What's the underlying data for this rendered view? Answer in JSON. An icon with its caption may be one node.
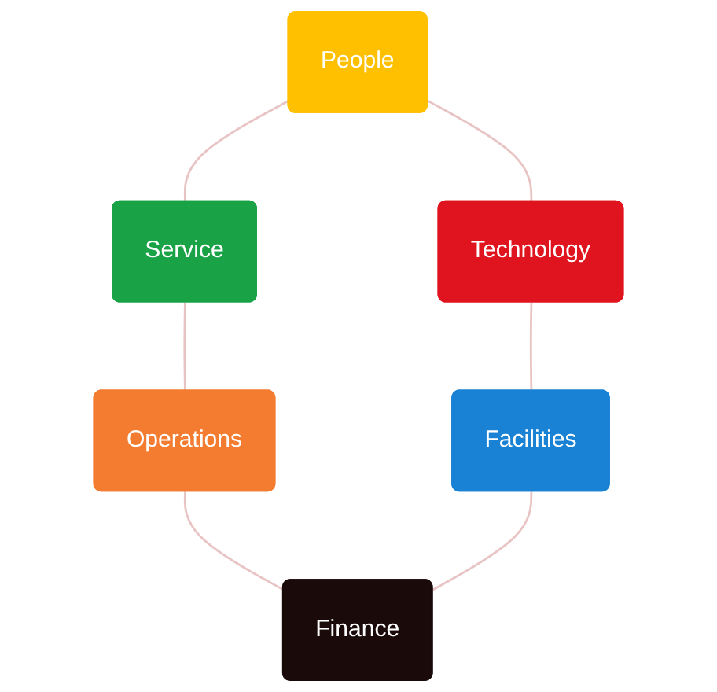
{
  "diagram": {
    "nodes": [
      {
        "text": [
          "People"
        ]
      },
      {
        "text": [
          "Technology"
        ]
      },
      {
        "text": [
          "Service"
        ]
      },
      {
        "text": [
          "Facilities"
        ]
      },
      {
        "text": [
          "Operations"
        ]
      },
      {
        "text": [
          "Finance"
        ]
      }
    ],
    "edges": [
      {
        "from": 0,
        "to": 2,
        "arrow": "none"
      },
      {
        "from": 2,
        "to": 4,
        "arrow": "none"
      },
      {
        "from": 4,
        "to": 5,
        "arrow": "none"
      },
      {
        "from": 3,
        "to": 5,
        "arrow": "none"
      },
      {
        "from": 1,
        "to": 3,
        "arrow": "none"
      },
      {
        "from": 0,
        "to": 1,
        "arrow": "none"
      }
    ]
  }
}
